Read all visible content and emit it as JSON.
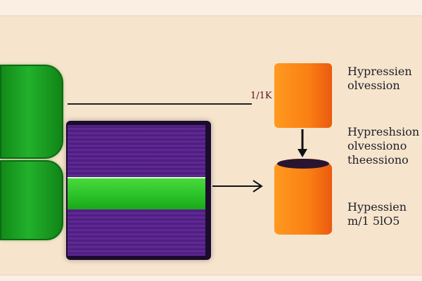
{
  "diagram": {
    "connector_label": "1/1K",
    "labels": {
      "top": [
        "Hypressien",
        "olvession"
      ],
      "middle": [
        "Hypreshsion",
        "olvessiono",
        "theessiono"
      ],
      "bottom": [
        "Hypessien",
        "m/1 5lO5"
      ]
    }
  },
  "colors": {
    "background": "#f6e5cc",
    "green": "#22b12c",
    "purple": "#5b2690",
    "orange": "#fa7f14",
    "line": "#222222"
  }
}
